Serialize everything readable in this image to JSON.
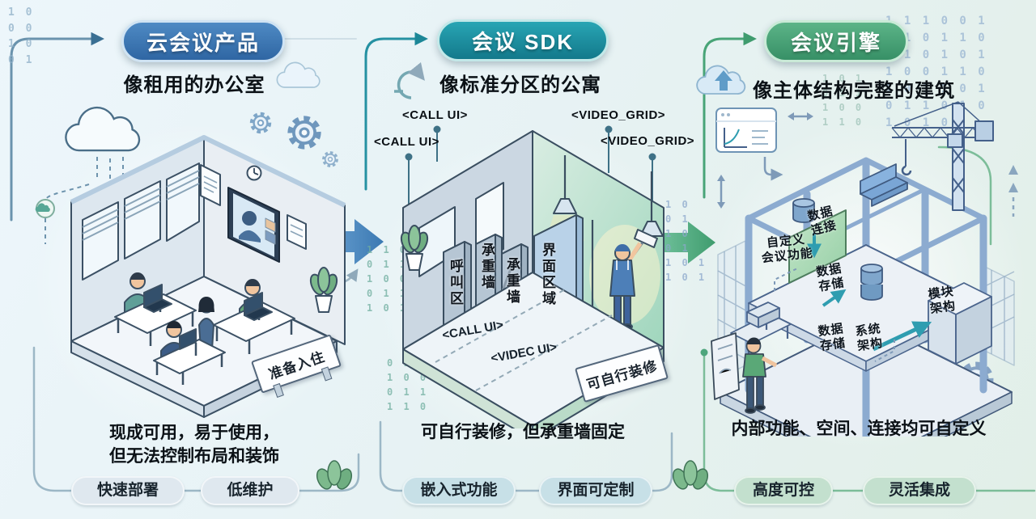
{
  "palette": {
    "pill_blue": "#3c78b5",
    "pill_teal": "#1f96a6",
    "pill_green": "#4aa97b",
    "badge_blue": "#dfe8ef",
    "badge_teal": "#c7e0e7",
    "badge_green": "#c3e0ce",
    "flow_arrow_blue": "#4886bf",
    "flow_arrow_green": "#52ad83",
    "connector_gray": "#9cb7c6",
    "connector_teal": "#2591a2",
    "connector_green": "#48a477"
  },
  "sections": [
    {
      "pill": "云会议产品",
      "subtitle": "像租用的办公室",
      "description": "现成可用，易于使用，\n但无法控制布局和装饰",
      "sign": "准备入住",
      "badges": [
        "快速部署",
        "低维护"
      ]
    },
    {
      "pill": "会议 SDK",
      "subtitle": "像标准分区的公寓",
      "description": "可自行装修，但承重墙固定",
      "sign": "可自行装修",
      "top_labels": [
        "<CALL UI>",
        "<CALL UI>",
        "<VIDEO_GRID>",
        "<VIDEO_GRID>"
      ],
      "wall_labels": [
        "呼叫区",
        "承重墙",
        "承重墙",
        "界面区域"
      ],
      "floor_labels": [
        "<CALL UI>",
        "<VIDEC UI>"
      ],
      "badges": [
        "嵌入式功能",
        "界面可定制"
      ]
    },
    {
      "pill": "会议引擎",
      "subtitle": "像主体结构完整的建筑",
      "description": "内部功能、空间、连接均可自定义",
      "labels": {
        "custom_function": "自定义\n会议功能",
        "data_connect": "数据\n连接",
        "data_store_upper": "数据\n存储",
        "data_store_lower": "数据\n存储",
        "system_arch": "系统\n架构",
        "module_arch": "模块\n架构"
      },
      "badges": [
        "高度可控",
        "灵活集成"
      ]
    }
  ],
  "decorations": {
    "binary_topleft": "1 0\n0 0\n1 0\n0 1",
    "binary_right": "1 1 1 0 0 1\n0 1 0 1 1 0\n0 1 0 1 0 1\n1 0 0 1 1 0\n1 0 1 1 0 1\n0 1 1 0 1 0\n1 0 1 0",
    "binary_sdk_left": "1 1 0\n0 1 1\n1 0 0\n0 1 1\n1 0 1",
    "binary_sdk_lower": "0 1 1\n1 0 0\n0 1 1\n1 1 0",
    "binary_between": "1 0\n0 1\n1 0\n0 1\n1 0 1\n1 0 1",
    "binary_engine": "1 0 1\n0 1 1\n1 0 0\n1 1 0"
  }
}
